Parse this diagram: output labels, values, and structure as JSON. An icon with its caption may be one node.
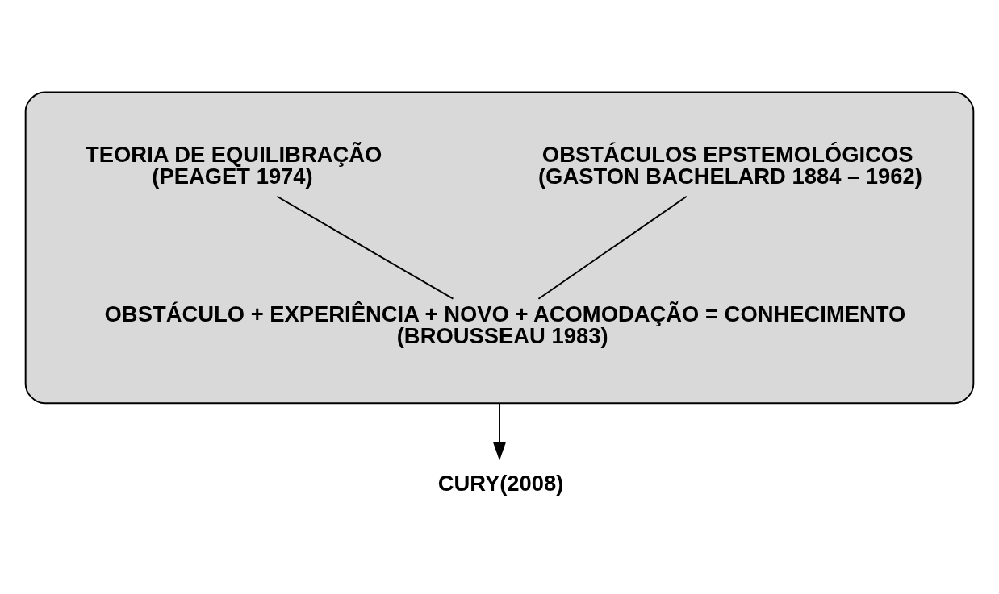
{
  "diagram": {
    "nodes": [
      {
        "text": [],
        "shape": "ellipse"
      },
      {
        "text": [
          "OBSTÁCULOS EPSTEMOLÓGICOS",
          "(GASTON BACHELARD 1884 – 1962)"
        ],
        "in": 0
      },
      {
        "text": [
          "TEORIA DE EQUILIBRAÇÃO",
          "(PEAGET 1974)"
        ],
        "in": 0
      },
      {
        "text": [
          "OBSTÁCULO + EXPERIÊNCIA + NOVO + ACOMODAÇÃO = CONHECIMENTO",
          "(BROUSSEAU 1983)"
        ],
        "in": 0
      },
      {
        "text": [
          "CURY(2008)"
        ]
      }
    ],
    "edges": [
      {
        "from": 1,
        "to": 3,
        "arrow": "none"
      },
      {
        "from": 2,
        "to": 3,
        "arrow": "none"
      },
      {
        "from": 0,
        "to": 4,
        "arrow": "to"
      }
    ]
  }
}
